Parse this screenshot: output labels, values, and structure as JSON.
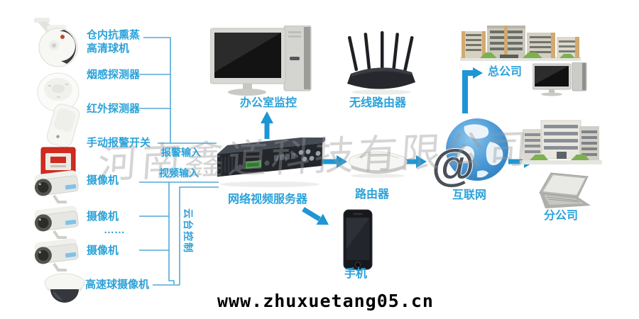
{
  "watermark": "河南鑫道科技有限公司",
  "website": "www.zhuxuetang05.cn",
  "colors": {
    "label_blue": "#2ba2d9",
    "arrow_blue": "#1e96d3",
    "line_blue": "#55a9d6",
    "alarm_red": "#cf2b1f",
    "globe_blue": "#3f93d2"
  },
  "left": {
    "items": [
      {
        "label": "仓内抗熏蒸\n高清球机"
      },
      {
        "label": "烟感探测器"
      },
      {
        "label": "红外探测器"
      },
      {
        "label": "手动报警开关"
      },
      {
        "label": "摄像机"
      },
      {
        "label": "摄像机"
      },
      {
        "label": "……"
      },
      {
        "label": "摄像机"
      },
      {
        "label": "高速球摄像机"
      }
    ]
  },
  "io": {
    "alarm_input": "报警输入",
    "video_input": "视频输入",
    "ptz_control": "云台控制"
  },
  "nodes": {
    "nvr": "网络视频服务器",
    "office_monitor": "办公室监控",
    "wireless_router": "无线路由器",
    "router": "路由器",
    "internet": "互联网",
    "head_office": "总公司",
    "branch_office": "分公司",
    "mobile_phone": "手机"
  }
}
